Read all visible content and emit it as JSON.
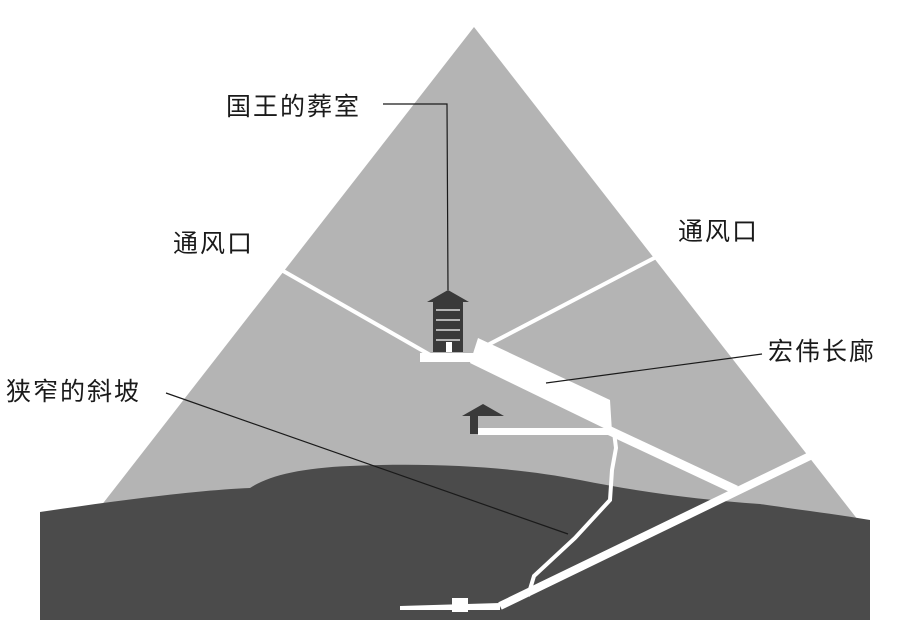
{
  "labels": {
    "king_chamber": "国王的葬室",
    "air_shaft_left": "通风口",
    "air_shaft_right": "通风口",
    "grand_gallery": "宏伟长廊",
    "narrow_ramp": "狭窄的斜坡"
  },
  "colors": {
    "pyramid": "#b4b4b4",
    "ground": "#4b4b4b",
    "passage": "#ffffff",
    "chamber": "#3a3a3a",
    "leader_line": "#1a1a1a"
  }
}
